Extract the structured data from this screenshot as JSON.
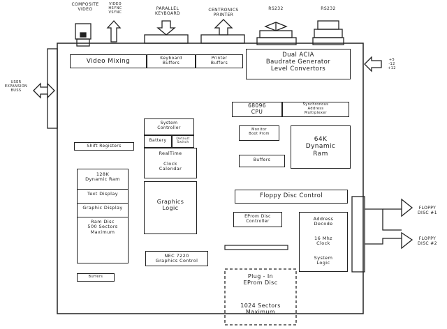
{
  "top_labels": {
    "composite_video": "COMPOSITE\nVIDEO",
    "video_hsync": "VIDEO\nHSYNC\nVSYNC",
    "parallel_keyboard": "PARALLEL\nKEYBOARD",
    "centronics_printer": "CENTRONICS\nPRINTER",
    "rs232_a": "RS232",
    "rs232_b": "RS232"
  },
  "side_labels": {
    "user_expansion": "USER\nEXPANSION\nBUSS",
    "power_in": "+5\n-12\n+12",
    "floppy_1": "FLOPPY\nDISC #1",
    "floppy_2": "FLOPPY\nDISC #2"
  },
  "blocks": {
    "video_mixing": "Video Mixing",
    "keyboard_buffers": "Keyboard\nBuffers",
    "printer_buffers": "Printer\nBuffers",
    "dual_acia": "Dual ACIA\nBaudrate Generator\nLevel Convertors",
    "cpu": "68096\nCPU",
    "sync_addr_mux": "Synchronous\nAddress\nMultiplexer",
    "monitor_boot_prom": "Monitor\nBoot Prom",
    "ram64k": "64K\nDynamic\nRam",
    "buffers_mid": "Buffers",
    "system_controller": "System\nController",
    "battery": "Battery",
    "default_switch": "Default\nSwitch",
    "realtime_clock": "RealTime\n\nClock\nCalendar",
    "graphics_logic": "Graphics\nLogic",
    "nec7220": "NEC 7220\nGraphics Control",
    "shift_registers": "Shift Registers",
    "ram128k": "128K\nDynamic Ram",
    "text_display": "Text Display",
    "graphic_display": "Graphic Display",
    "ram_disc": "Ram Disc\n500 Sectors\nMaximum",
    "buffers_bottom": "Buffers",
    "floppy_control": "Floppy Disc Control",
    "eprom_disc_controller": "EProm Disc\nController",
    "address_decode": "Address\nDecode",
    "clock_16mhz": "16 Mhz\nClock",
    "system_logic": "System\nLogic",
    "plug_in_eprom": "Plug - In\nEProm Disc",
    "sectors_1024": "1024 Sectors\nMaximum"
  }
}
